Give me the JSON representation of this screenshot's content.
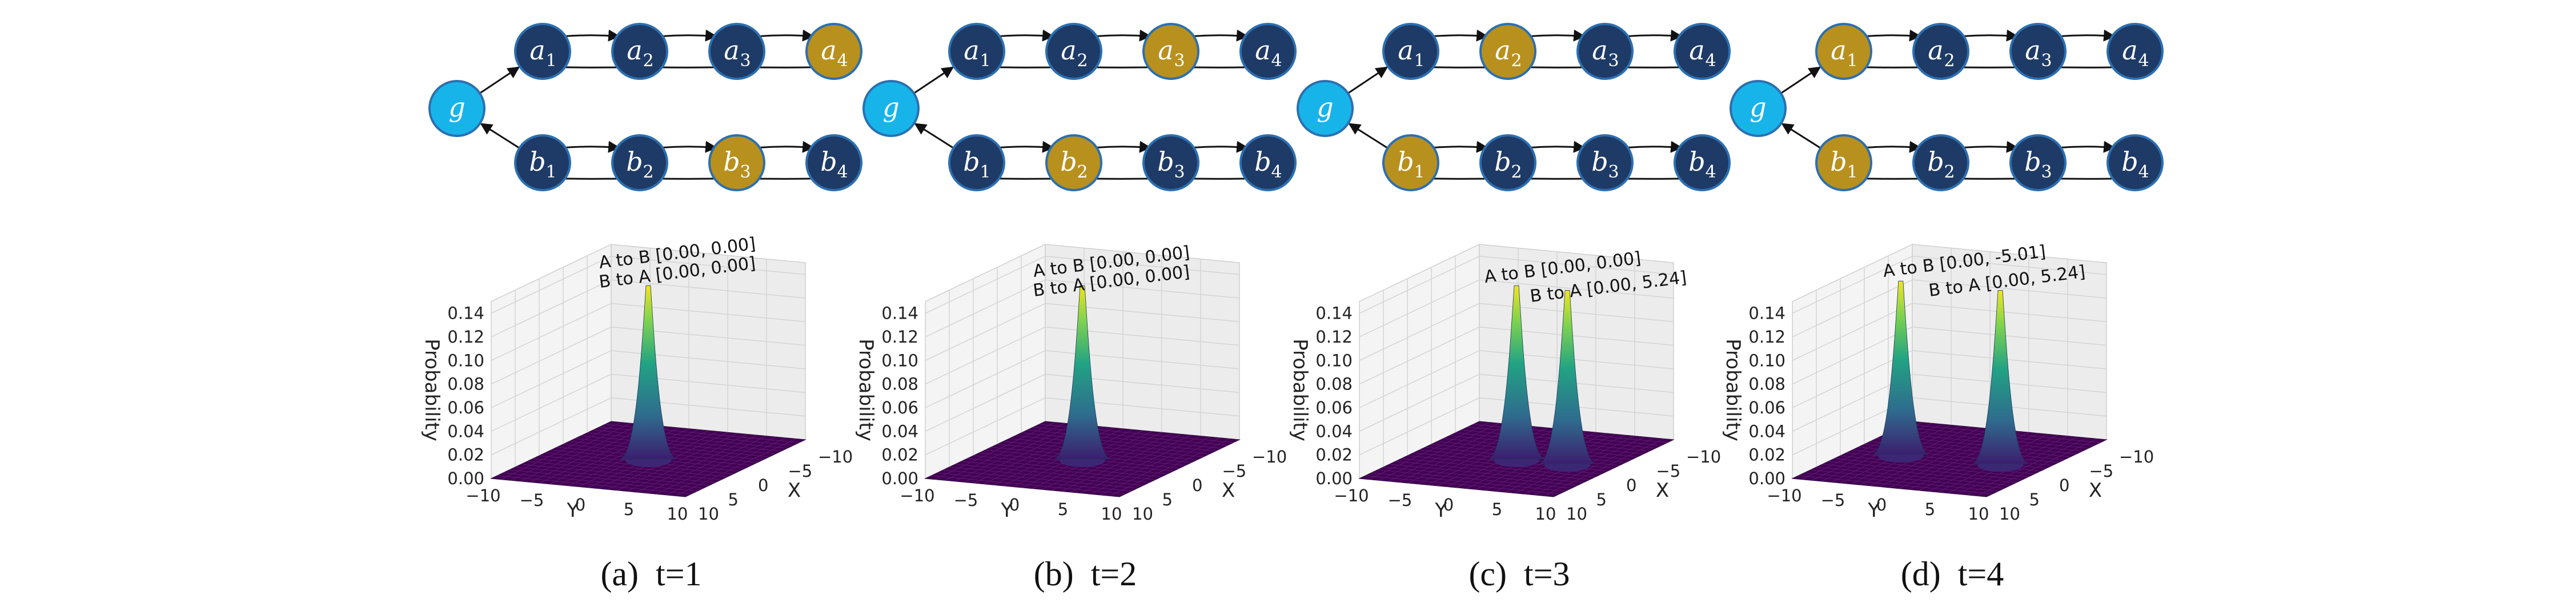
{
  "colors": {
    "node_navy": "#1e3a66",
    "node_gold": "#b8901e",
    "node_cyan": "#17b4ea",
    "node_stroke": "#2c6fb0",
    "arrow": "#111111",
    "grid": "#d4d4d4",
    "surface_base": "#440154"
  },
  "panels": [
    {
      "caption": "(a)  t=1",
      "highlighted": [
        "a4",
        "b3"
      ],
      "annotations": [
        "A to B [0.00, 0.00]",
        "B to A [0.00, 0.00]"
      ]
    },
    {
      "caption": "(b)  t=2",
      "highlighted": [
        "a3",
        "b2"
      ],
      "annotations": [
        "A to B [0.00, 0.00]",
        "B to A [0.00, 0.00]"
      ]
    },
    {
      "caption": "(c)  t=3",
      "highlighted": [
        "a2",
        "b1"
      ],
      "annotations": [
        "A to B [0.00, 0.00]",
        "B to A [0.00, 5.24]"
      ]
    },
    {
      "caption": "(d)  t=4",
      "highlighted": [
        "a1",
        "b1"
      ],
      "annotations": [
        "A to B [0.00, -5.01]",
        "B to A [0.00, 5.24]"
      ]
    }
  ],
  "graph": {
    "root": {
      "id": "g",
      "letter": "g",
      "sub": ""
    },
    "top_row": [
      {
        "id": "a1",
        "letter": "a",
        "sub": "1"
      },
      {
        "id": "a2",
        "letter": "a",
        "sub": "2"
      },
      {
        "id": "a3",
        "letter": "a",
        "sub": "3"
      },
      {
        "id": "a4",
        "letter": "a",
        "sub": "4"
      }
    ],
    "bottom_row": [
      {
        "id": "b1",
        "letter": "b",
        "sub": "1"
      },
      {
        "id": "b2",
        "letter": "b",
        "sub": "2"
      },
      {
        "id": "b3",
        "letter": "b",
        "sub": "3"
      },
      {
        "id": "b4",
        "letter": "b",
        "sub": "4"
      }
    ]
  },
  "chart_data": [
    {
      "type": "surface",
      "panel": "(a) t=1",
      "zlabel": "Probability",
      "xlabel": "X",
      "ylabel": "Y",
      "zticks": [
        "0.00",
        "0.02",
        "0.04",
        "0.06",
        "0.08",
        "0.10",
        "0.12",
        "0.14"
      ],
      "xticks": [
        "−10",
        "−5",
        "0",
        "5",
        "10"
      ],
      "yticks": [
        "−10",
        "−5",
        "0",
        "5",
        "10"
      ],
      "zlim": [
        0,
        0.15
      ],
      "peaks": [
        {
          "x": 0,
          "y": 0,
          "height": 0.15
        }
      ]
    },
    {
      "type": "surface",
      "panel": "(b) t=2",
      "zlabel": "Probability",
      "xlabel": "X",
      "ylabel": "Y",
      "zticks": [
        "0.00",
        "0.02",
        "0.04",
        "0.06",
        "0.08",
        "0.10",
        "0.12",
        "0.14"
      ],
      "xticks": [
        "−10",
        "−5",
        "0",
        "5",
        "10"
      ],
      "yticks": [
        "−10",
        "−5",
        "0",
        "5",
        "10"
      ],
      "zlim": [
        0,
        0.15
      ],
      "peaks": [
        {
          "x": 0,
          "y": 0,
          "height": 0.15
        }
      ]
    },
    {
      "type": "surface",
      "panel": "(c) t=3",
      "zlabel": "Probability",
      "xlabel": "X",
      "ylabel": "Y",
      "zticks": [
        "0.00",
        "0.02",
        "0.04",
        "0.06",
        "0.08",
        "0.10",
        "0.12",
        "0.14"
      ],
      "xticks": [
        "−10",
        "−5",
        "0",
        "5",
        "10"
      ],
      "yticks": [
        "−10",
        "−5",
        "0",
        "5",
        "10"
      ],
      "zlim": [
        0,
        0.15
      ],
      "peaks": [
        {
          "x": 0,
          "y": 0,
          "height": 0.15
        },
        {
          "x": 0,
          "y": 5.24,
          "height": 0.15
        }
      ]
    },
    {
      "type": "surface",
      "panel": "(d) t=4",
      "zlabel": "Probability",
      "xlabel": "X",
      "ylabel": "Y",
      "zticks": [
        "0.00",
        "0.02",
        "0.04",
        "0.06",
        "0.08",
        "0.10",
        "0.12",
        "0.14"
      ],
      "xticks": [
        "−10",
        "−5",
        "0",
        "5",
        "10"
      ],
      "yticks": [
        "−10",
        "−5",
        "0",
        "5",
        "10"
      ],
      "zlim": [
        0,
        0.15
      ],
      "peaks": [
        {
          "x": 0,
          "y": -5.01,
          "height": 0.15
        },
        {
          "x": 0,
          "y": 5.24,
          "height": 0.15
        }
      ]
    }
  ]
}
